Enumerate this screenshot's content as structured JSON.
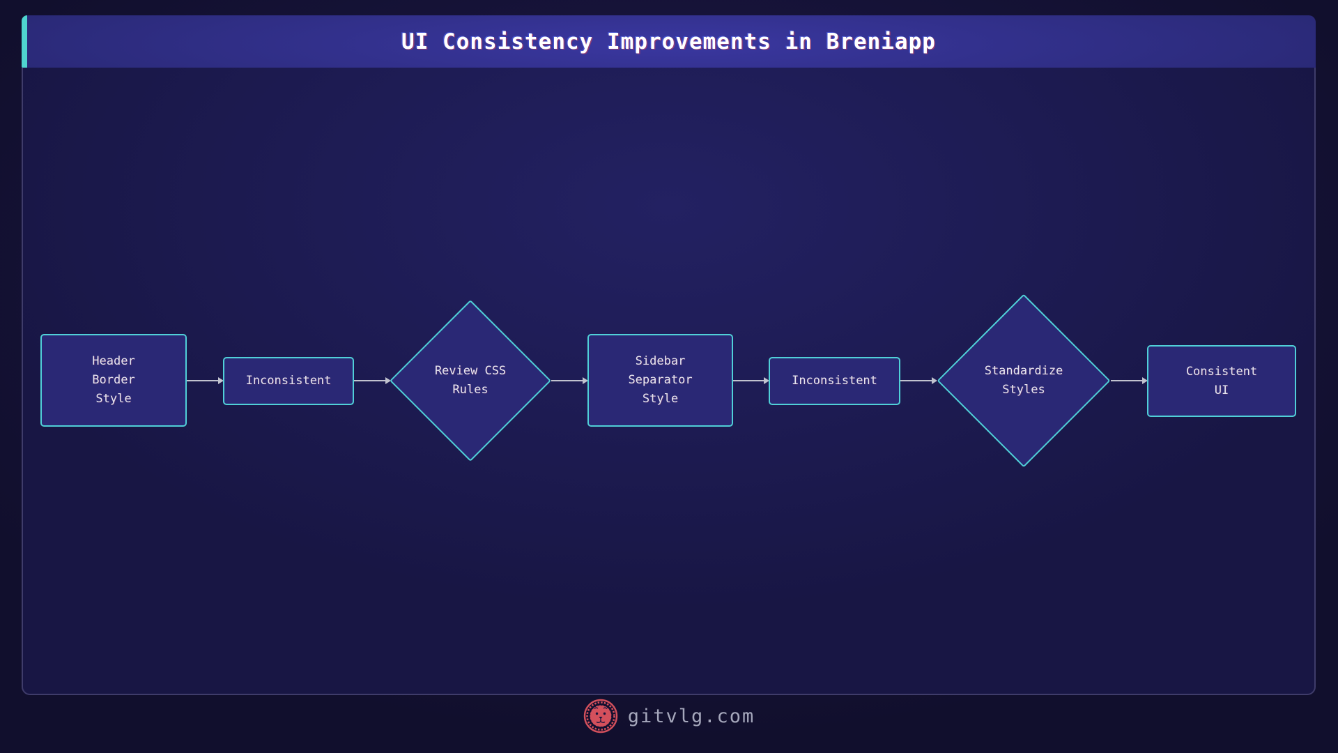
{
  "title": "UI Consistency Improvements in Breniapp",
  "flowchart": {
    "nodes": [
      {
        "id": "header-border-style",
        "type": "rect",
        "label": "Header\nBorder\nStyle"
      },
      {
        "id": "inconsistent-1",
        "type": "rect",
        "label": "Inconsistent"
      },
      {
        "id": "review-css-rules",
        "type": "diamond",
        "label": "Review CSS\nRules"
      },
      {
        "id": "sidebar-separator-style",
        "type": "rect",
        "label": "Sidebar\nSeparator\nStyle"
      },
      {
        "id": "inconsistent-2",
        "type": "rect",
        "label": "Inconsistent"
      },
      {
        "id": "standardize-styles",
        "type": "diamond",
        "label": "Standardize\nStyles"
      },
      {
        "id": "consistent-ui",
        "type": "rect",
        "label": "Consistent\nUI"
      }
    ],
    "edges": [
      [
        "header-border-style",
        "inconsistent-1"
      ],
      [
        "inconsistent-1",
        "review-css-rules"
      ],
      [
        "review-css-rules",
        "sidebar-separator-style"
      ],
      [
        "sidebar-separator-style",
        "inconsistent-2"
      ],
      [
        "inconsistent-2",
        "standardize-styles"
      ],
      [
        "standardize-styles",
        "consistent-ui"
      ]
    ]
  },
  "footer": {
    "site": "gitvlg.com",
    "logo_icon": "lion-emblem-icon"
  },
  "colors": {
    "accent_teal": "#4fd4cf",
    "node_border": "#50d0d8",
    "node_fill": "#2a2875",
    "header_banner": "#312f8e",
    "panel_bg": "#1d1b52",
    "page_bg": "#131132",
    "arrow": "#c2c3cf",
    "logo_red": "#d4505c",
    "node_text": "#e6e6f0",
    "footer_text": "#a6a8bc"
  }
}
